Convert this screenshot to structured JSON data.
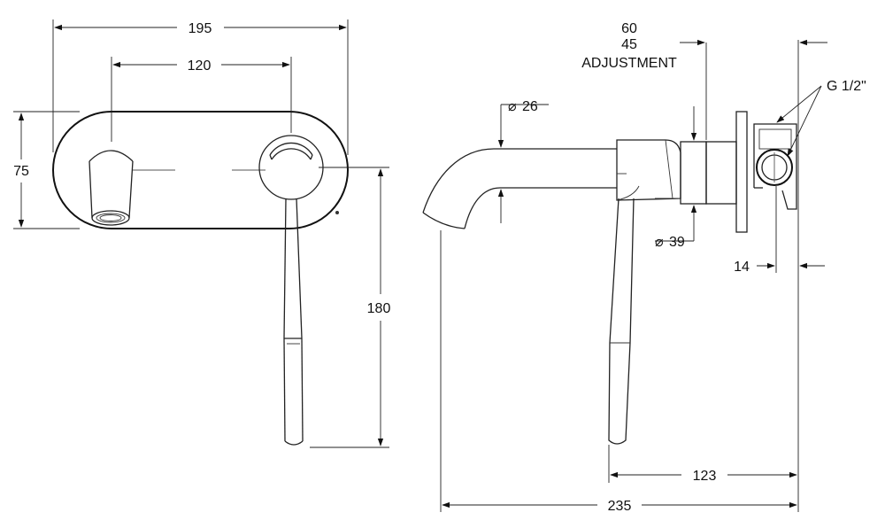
{
  "dimensions": {
    "width_195": "195",
    "width_120": "120",
    "height_75": "75",
    "height_180": "180",
    "adjust_60": "60",
    "adjust_45": "45",
    "adjust_label": "ADJUSTMENT",
    "dia_26": "26",
    "dia_39": "39",
    "depth_14": "14",
    "thread": "G 1/2\"",
    "reach_123": "123",
    "reach_235": "235"
  },
  "symbols": {
    "diameter": "⌀"
  }
}
